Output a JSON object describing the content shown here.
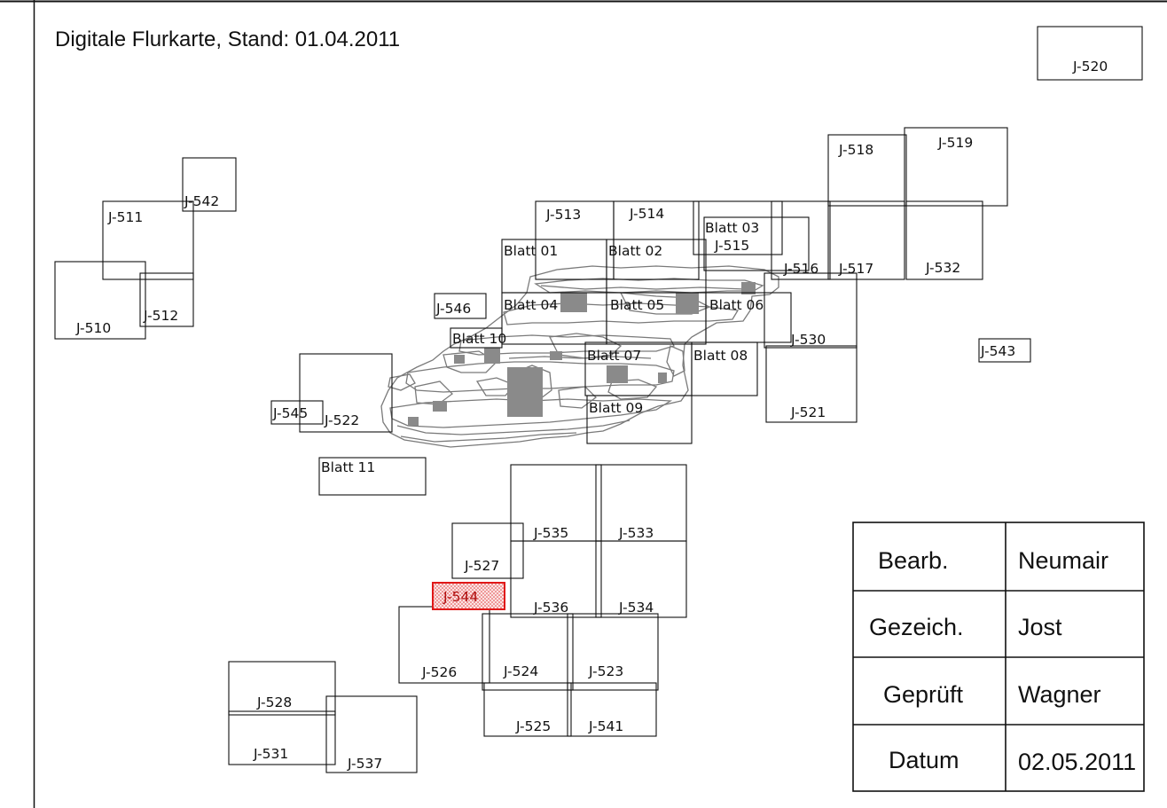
{
  "title": "Digitale Flurkarte, Stand: 01.04.2011",
  "sheets": {
    "j520": "J-520",
    "j519": "J-519",
    "j518": "J-518",
    "j517": "J-517",
    "j532": "J-532",
    "j516": "J-516",
    "j515": "J-515",
    "blatt03": "Blatt 03",
    "j513": "J-513",
    "j514": "J-514",
    "blatt01": "Blatt 01",
    "blatt02": "Blatt 02",
    "blatt04": "Blatt 04",
    "blatt05": "Blatt 05",
    "blatt06": "Blatt 06",
    "blatt07": "Blatt 07",
    "blatt08": "Blatt 08",
    "blatt09": "Blatt 09",
    "blatt10": "Blatt 10",
    "blatt11": "Blatt 11",
    "j546": "J-546",
    "j530": "J-530",
    "j521": "J-521",
    "j543": "J-543",
    "j545": "J-545",
    "j522": "J-522",
    "j511": "J-511",
    "j542": "J-542",
    "j510": "J-510",
    "j512": "J-512",
    "j535": "J-535",
    "j533": "J-533",
    "j527": "J-527",
    "j544": "J-544",
    "j536": "J-536",
    "j534": "J-534",
    "j526": "J-526",
    "j524": "J-524",
    "j523": "J-523",
    "j525": "J-525",
    "j541": "J-541",
    "j528": "J-528",
    "j531": "J-531",
    "j537": "J-537"
  },
  "selected_sheet": "J-544",
  "colors": {
    "highlight": "#e01818",
    "map_lines": "#7a7a7a"
  },
  "title_block": {
    "rows": [
      {
        "label": "Bearb.",
        "value": "Neumair"
      },
      {
        "label": "Gezeich.",
        "value": "Jost"
      },
      {
        "label": "Geprüft",
        "value": "Wagner"
      },
      {
        "label": "Datum",
        "value": "02.05.2011"
      }
    ]
  }
}
